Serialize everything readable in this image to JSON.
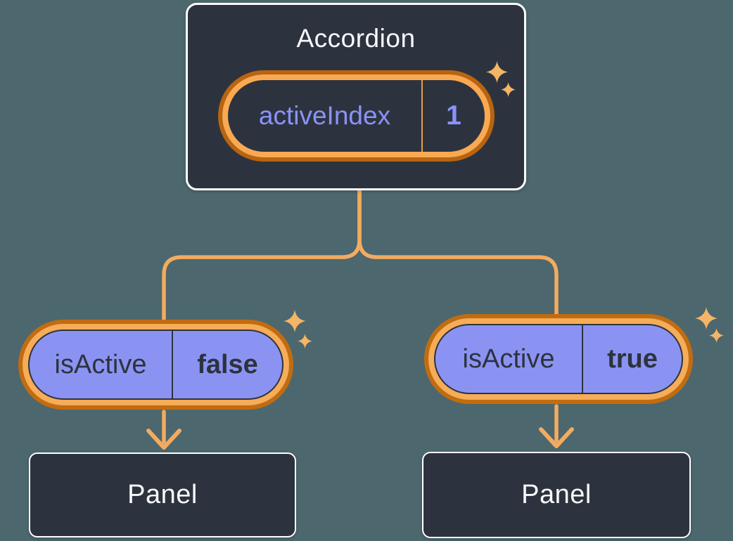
{
  "diagram": {
    "description": "React lifting-state-up diagram: Accordion parent holds activeIndex state and passes isActive props to two Panel children",
    "root": {
      "title": "Accordion",
      "state": {
        "name": "activeIndex",
        "value": "1"
      }
    },
    "children": [
      {
        "prop": {
          "name": "isActive",
          "value": "false"
        },
        "node": {
          "title": "Panel"
        }
      },
      {
        "prop": {
          "name": "isActive",
          "value": "true"
        },
        "node": {
          "title": "Panel"
        }
      }
    ]
  },
  "icons": {
    "sparkle": "four-point-star"
  },
  "colors": {
    "background": "#4C676E",
    "card_fill": "#2D333E",
    "card_border": "#FFFFFF",
    "title_text": "#F7F8FA",
    "state_text_purple": "#8A93F8",
    "prop_pill_fill": "#8B93F2",
    "prop_text_dark": "#2D333E",
    "connector_orange": "#F3AB5F",
    "ring_outer_orange": "#B96410",
    "ring_inner_orange": "#F9A952",
    "sparkle_orange": "#F4B566"
  }
}
